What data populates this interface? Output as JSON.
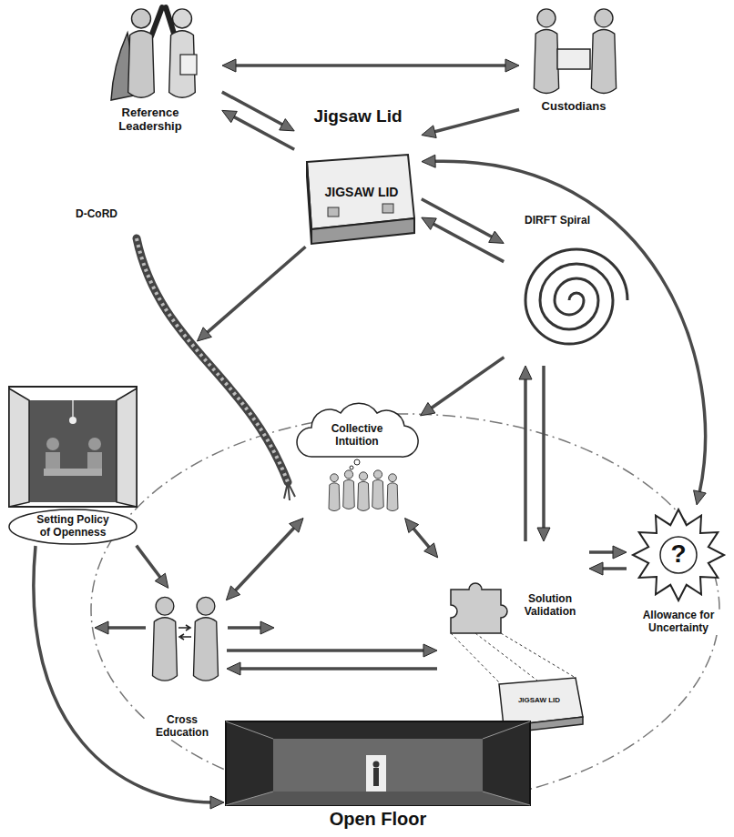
{
  "diagram": {
    "nodes": [
      {
        "text": [
          "Reference Leadership"
        ]
      },
      {
        "text": [
          "Custodians"
        ]
      },
      {
        "text": [
          "Jigsaw Lid",
          "JIGSAW LID"
        ]
      },
      {
        "text": [
          "D-CoRD"
        ]
      },
      {
        "text": [
          "DIRFT Spiral"
        ]
      },
      {
        "text": [
          "Setting Policy of Openness"
        ]
      },
      {
        "text": [
          "Collective Intuition"
        ]
      },
      {
        "text": [
          "Cross Education"
        ]
      },
      {
        "text": [
          "Solution Validation",
          "JIGSAW LID"
        ]
      },
      {
        "text": [
          "?",
          "Allowance for Uncertainty"
        ]
      },
      {
        "text": [
          "Open Floor"
        ]
      }
    ],
    "edges": [
      {
        "from": 0,
        "to": 1,
        "arrow": "both"
      },
      {
        "from": 0,
        "to": 2,
        "arrow": "to"
      },
      {
        "from": 2,
        "to": 0,
        "arrow": "to"
      },
      {
        "from": 1,
        "to": 2,
        "arrow": "to"
      },
      {
        "from": 2,
        "to": 3,
        "arrow": "to"
      },
      {
        "from": 2,
        "to": 4,
        "arrow": "to"
      },
      {
        "from": 4,
        "to": 2,
        "arrow": "to"
      },
      {
        "from": 2,
        "to": 9,
        "arrow": "both"
      },
      {
        "from": 4,
        "to": 6,
        "arrow": "to"
      },
      {
        "from": 4,
        "to": 8,
        "arrow": "to"
      },
      {
        "from": 8,
        "to": 4,
        "arrow": "to"
      },
      {
        "from": 8,
        "to": 9,
        "arrow": "to"
      },
      {
        "from": 9,
        "to": 8,
        "arrow": "to"
      },
      {
        "from": 5,
        "to": 7,
        "arrow": "to"
      },
      {
        "from": 5,
        "to": 10,
        "arrow": "to"
      },
      {
        "from": 7,
        "to": 6,
        "arrow": "both"
      },
      {
        "from": 6,
        "to": 8,
        "arrow": "both"
      },
      {
        "from": 7,
        "to": 8,
        "arrow": "to"
      },
      {
        "from": 8,
        "to": 7,
        "arrow": "to"
      }
    ]
  }
}
